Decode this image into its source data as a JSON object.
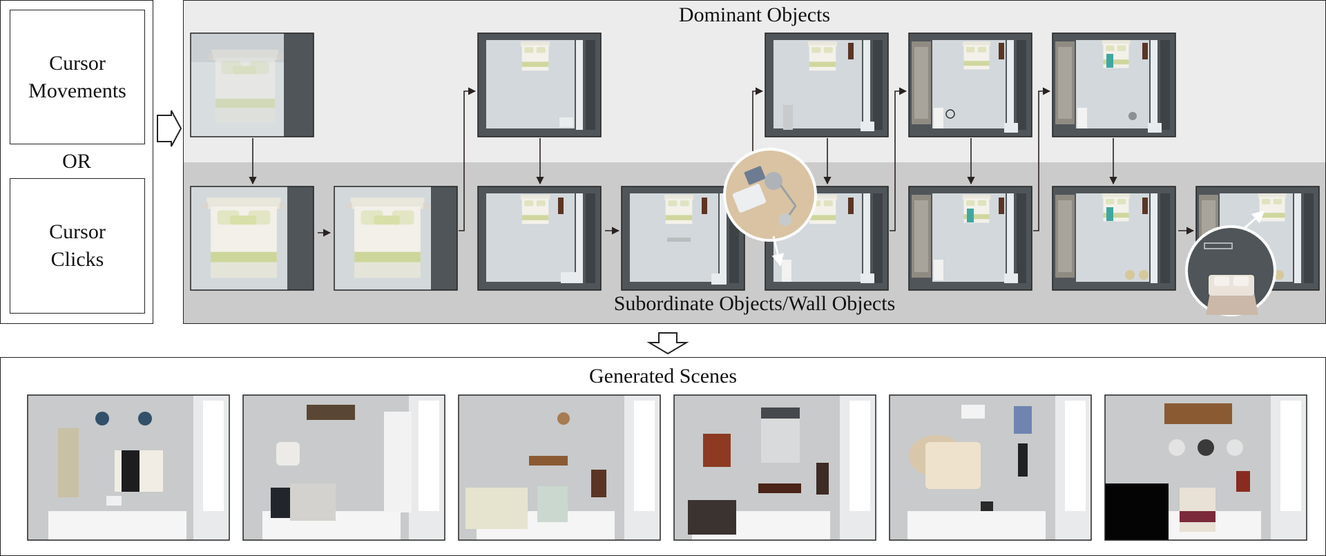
{
  "input_panel": {
    "option_1": [
      "Cursor",
      "Movements"
    ],
    "connector": "OR",
    "option_2": [
      "Cursor",
      "Clicks"
    ]
  },
  "pipeline": {
    "dominant_title": "Dominant Objects",
    "subordinate_title": "Subordinate Objects/Wall Objects"
  },
  "output": {
    "title": "Generated Scenes"
  },
  "colors": {
    "dominant_band": "#ececec",
    "subordinate_band": "#cbcbcb",
    "room_wall": "#4f5559",
    "room_floor": "#d2d8dc",
    "arrow": "#2a2121"
  }
}
